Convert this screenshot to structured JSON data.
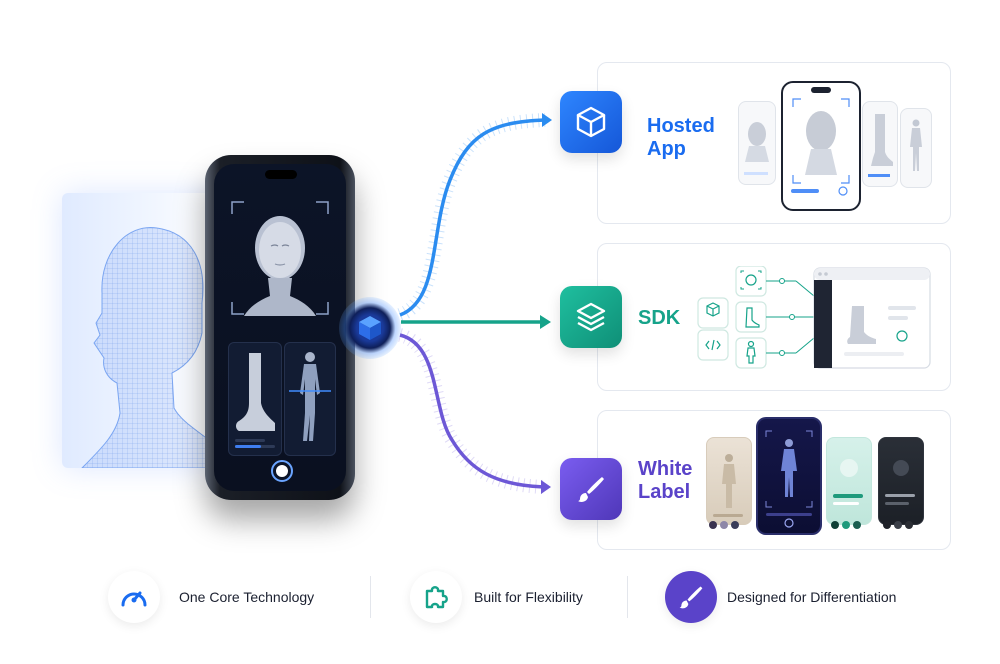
{
  "options": [
    {
      "label_line1": "Hosted",
      "label_line2": "App",
      "icon": "cube-icon",
      "color": "#1a6cf0"
    },
    {
      "label": "SDK",
      "icon": "layers-icon",
      "color": "#16a38a"
    },
    {
      "label_line1": "White",
      "label_line2": "Label",
      "icon": "brush-icon",
      "color": "#5a43c9"
    }
  ],
  "features": [
    {
      "label": "One Core Technology",
      "icon": "speedometer-icon",
      "color": "#1a6cf0"
    },
    {
      "label": "Built for Flexibility",
      "icon": "puzzle-icon",
      "color": "#16a38a"
    },
    {
      "label": "Designed for Differentiation",
      "icon": "brush-icon",
      "color": "#5a43c9"
    }
  ],
  "colors": {
    "blue": "#1a6cf0",
    "teal": "#16a38a",
    "purple": "#5a43c9",
    "navy": "#0e1f59"
  }
}
